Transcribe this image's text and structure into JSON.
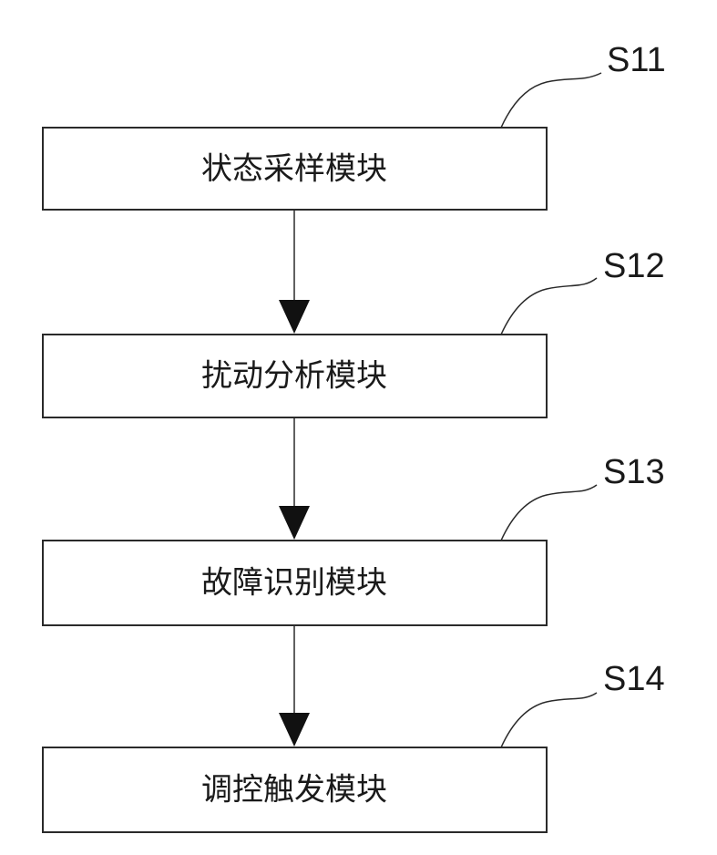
{
  "modules": [
    {
      "step": "S11",
      "label": "状态采样模块"
    },
    {
      "step": "S12",
      "label": "扰动分析模块"
    },
    {
      "step": "S13",
      "label": "故障识别模块"
    },
    {
      "step": "S14",
      "label": "调控触发模块"
    }
  ]
}
